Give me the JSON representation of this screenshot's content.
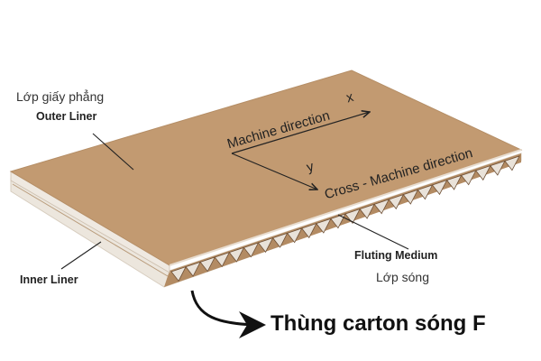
{
  "labels": {
    "outer_liner_vi": "Lớp giấy phẳng",
    "outer_liner_en": "Outer Liner",
    "machine_direction": "Machine direction",
    "axis_x": "x",
    "axis_y": "y",
    "cross_direction": "Cross - Machine direction",
    "fluting_medium_en": "Fluting Medium",
    "fluting_medium_vi": "Lớp sóng",
    "inner_liner_en": "Inner Liner"
  },
  "title": "Thùng carton sóng F",
  "colors": {
    "liner_top": "#c29a71",
    "liner_edge": "#e9e2d9",
    "flute": "#9f7851",
    "flute_shadow": "#6e5036",
    "ink": "#222222"
  }
}
